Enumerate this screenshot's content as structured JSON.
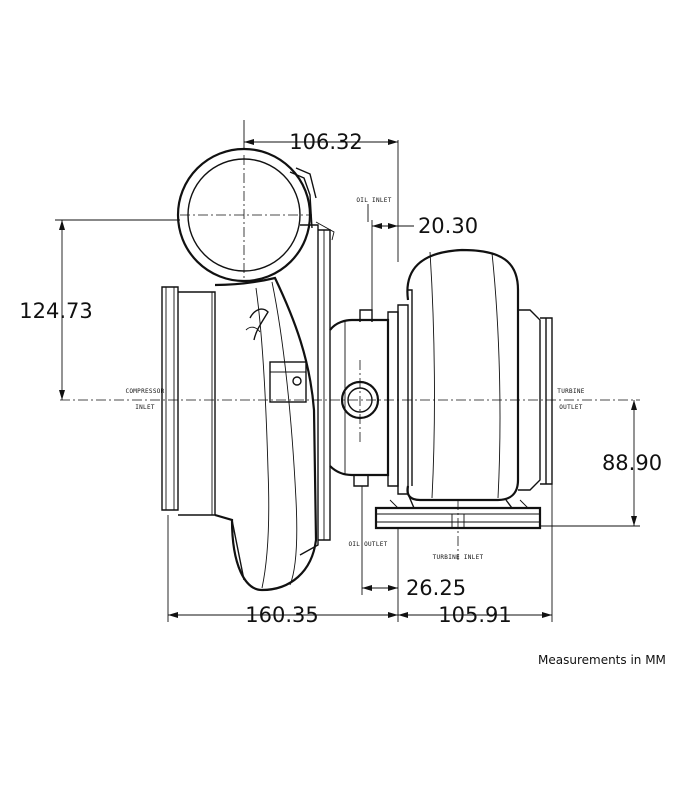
{
  "dimensions": {
    "top_width": "106.32",
    "oil_inlet_offset": "20.30",
    "compressor_height": "124.73",
    "turbine_outlet_height": "88.90",
    "oil_outlet_offset": "26.25",
    "compressor_length": "160.35",
    "turbine_length": "105.91"
  },
  "labels": {
    "oil_inlet": "OIL INLET",
    "compressor_inlet_line1": "COMPRESSOR",
    "compressor_inlet_line2": "INLET",
    "turbine_outlet_line1": "TURBINE",
    "turbine_outlet_line2": "OUTLET",
    "oil_outlet": "OIL OUTLET",
    "turbine_inlet": "TURBINE INLET"
  },
  "note": "Measurements in MM"
}
